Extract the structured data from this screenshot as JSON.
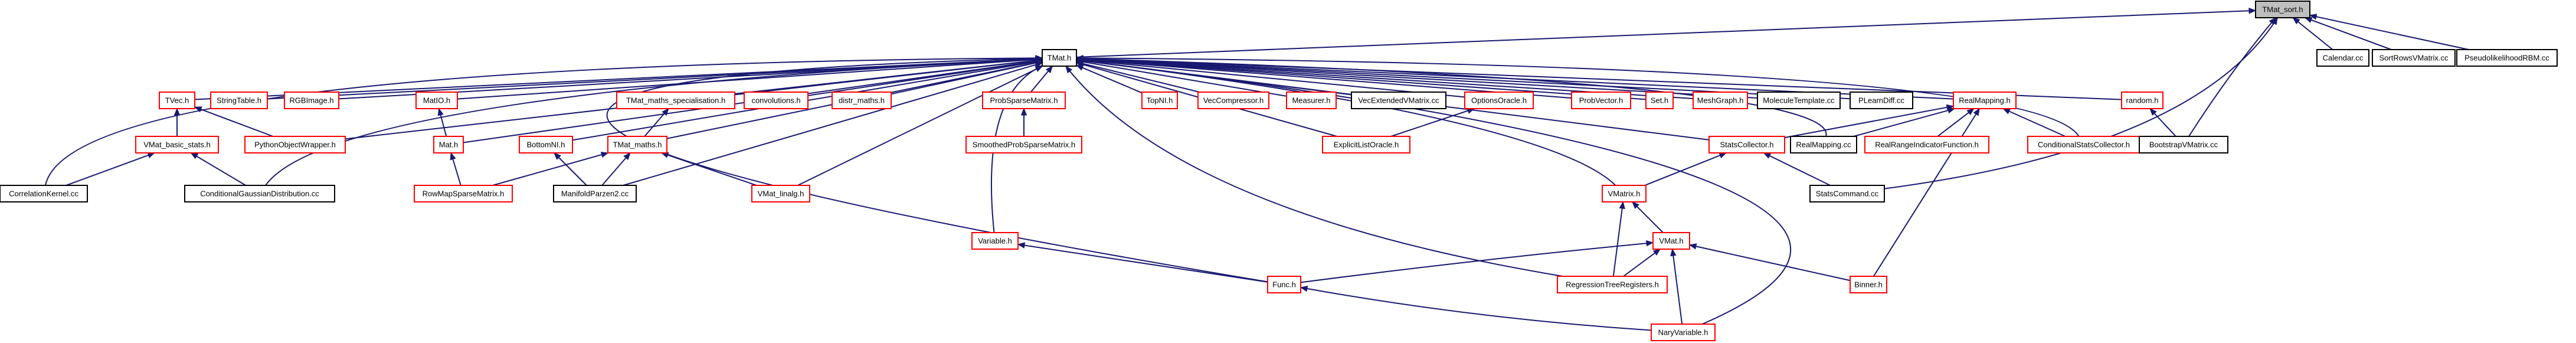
{
  "diagram": {
    "colors": {
      "edge": "#191970",
      "red_border": "#ff0000",
      "black_border": "#000000",
      "root_fill": "#bfbfbf"
    },
    "nodes": [
      {
        "id": "tmat_sort",
        "label": "TMat_sort.h",
        "style": "root"
      },
      {
        "id": "tmat",
        "label": "TMat.h",
        "style": "black"
      },
      {
        "id": "calendar",
        "label": "Calendar.cc",
        "style": "black"
      },
      {
        "id": "sortrows",
        "label": "SortRowsVMatrix.cc",
        "style": "black"
      },
      {
        "id": "pseudolike",
        "label": "PseudolikelihoodRBM.cc",
        "style": "black"
      },
      {
        "id": "tvec",
        "label": "TVec.h",
        "style": "red"
      },
      {
        "id": "stringtable",
        "label": "StringTable.h",
        "style": "red"
      },
      {
        "id": "rgbimage",
        "label": "RGBImage.h",
        "style": "red"
      },
      {
        "id": "matio",
        "label": "MatIO.h",
        "style": "red"
      },
      {
        "id": "tmat_maths_spec",
        "label": "TMat_maths_specialisation.h",
        "style": "red"
      },
      {
        "id": "convolutions",
        "label": "convolutions.h",
        "style": "red"
      },
      {
        "id": "distr_maths",
        "label": "distr_maths.h",
        "style": "red"
      },
      {
        "id": "probsparse",
        "label": "ProbSparseMatrix.h",
        "style": "red"
      },
      {
        "id": "topnl",
        "label": "TopNI.h",
        "style": "red"
      },
      {
        "id": "veccompressor",
        "label": "VecCompressor.h",
        "style": "red"
      },
      {
        "id": "measurer",
        "label": "Measurer.h",
        "style": "red"
      },
      {
        "id": "vecextended",
        "label": "VecExtendedVMatrix.cc",
        "style": "black"
      },
      {
        "id": "optionsoracle",
        "label": "OptionsOracle.h",
        "style": "red"
      },
      {
        "id": "probvector",
        "label": "ProbVector.h",
        "style": "red"
      },
      {
        "id": "set",
        "label": "Set.h",
        "style": "red"
      },
      {
        "id": "meshgraph",
        "label": "MeshGraph.h",
        "style": "red"
      },
      {
        "id": "moleculetemplate",
        "label": "MoleculeTemplate.cc",
        "style": "black"
      },
      {
        "id": "plearndiff",
        "label": "PLearnDiff.cc",
        "style": "black"
      },
      {
        "id": "realmapping",
        "label": "RealMapping.h",
        "style": "red"
      },
      {
        "id": "random",
        "label": "random.h",
        "style": "red"
      },
      {
        "id": "vmat_basic",
        "label": "VMat_basic_stats.h",
        "style": "red"
      },
      {
        "id": "pyobjwrapper",
        "label": "PythonObjectWrapper.h",
        "style": "red"
      },
      {
        "id": "mat",
        "label": "Mat.h",
        "style": "red"
      },
      {
        "id": "bottomnl",
        "label": "BottomNI.h",
        "style": "red"
      },
      {
        "id": "tmat_maths",
        "label": "TMat_maths.h",
        "style": "red"
      },
      {
        "id": "smoothedprob",
        "label": "SmoothedProbSparseMatrix.h",
        "style": "red"
      },
      {
        "id": "explicitlist",
        "label": "ExplicitListOracle.h",
        "style": "red"
      },
      {
        "id": "statscollector",
        "label": "StatsCollector.h",
        "style": "red"
      },
      {
        "id": "realmapping_cc",
        "label": "RealMapping.cc",
        "style": "black"
      },
      {
        "id": "realrange",
        "label": "RealRangeIndicatorFunction.h",
        "style": "red"
      },
      {
        "id": "condstats",
        "label": "ConditionalStatsCollector.h",
        "style": "red"
      },
      {
        "id": "bootstrap",
        "label": "BootstrapVMatrix.cc",
        "style": "black"
      },
      {
        "id": "correlation",
        "label": "CorrelationKernel.cc",
        "style": "black"
      },
      {
        "id": "condgauss",
        "label": "ConditionalGaussianDistribution.cc",
        "style": "black"
      },
      {
        "id": "rowmap",
        "label": "RowMapSparseMatrix.h",
        "style": "red"
      },
      {
        "id": "manifold",
        "label": "ManifoldParzen2.cc",
        "style": "black"
      },
      {
        "id": "vmat_linalg",
        "label": "VMat_linalg.h",
        "style": "red"
      },
      {
        "id": "vmatrix",
        "label": "VMatrix.h",
        "style": "red"
      },
      {
        "id": "statscommand",
        "label": "StatsCommand.cc",
        "style": "black"
      },
      {
        "id": "variable",
        "label": "Variable.h",
        "style": "red"
      },
      {
        "id": "vmat",
        "label": "VMat.h",
        "style": "red"
      },
      {
        "id": "func",
        "label": "Func.h",
        "style": "red"
      },
      {
        "id": "regtree",
        "label": "RegressionTreeRegisters.h",
        "style": "red"
      },
      {
        "id": "binner",
        "label": "Binner.h",
        "style": "red"
      },
      {
        "id": "naryvariable",
        "label": "NaryVariable.h",
        "style": "red"
      }
    ],
    "edges": [
      [
        "tmat_sort",
        "tmat"
      ],
      [
        "tmat_sort",
        "calendar"
      ],
      [
        "tmat_sort",
        "sortrows"
      ],
      [
        "tmat_sort",
        "pseudolike"
      ],
      [
        "tmat_sort",
        "bootstrap"
      ],
      [
        "tmat_sort",
        "statscommand"
      ],
      [
        "tmat",
        "tvec"
      ],
      [
        "tmat",
        "stringtable"
      ],
      [
        "tmat",
        "rgbimage"
      ],
      [
        "tmat",
        "matio"
      ],
      [
        "tmat",
        "tmat_maths_spec"
      ],
      [
        "tmat",
        "convolutions"
      ],
      [
        "tmat",
        "distr_maths"
      ],
      [
        "tmat",
        "probsparse"
      ],
      [
        "tmat",
        "topnl"
      ],
      [
        "tmat",
        "veccompressor"
      ],
      [
        "tmat",
        "measurer"
      ],
      [
        "tmat",
        "vecextended"
      ],
      [
        "tmat",
        "optionsoracle"
      ],
      [
        "tmat",
        "probvector"
      ],
      [
        "tmat",
        "set"
      ],
      [
        "tmat",
        "meshgraph"
      ],
      [
        "tmat",
        "moleculetemplate"
      ],
      [
        "tmat",
        "plearndiff"
      ],
      [
        "tmat",
        "realmapping"
      ],
      [
        "tmat",
        "random"
      ],
      [
        "tmat",
        "correlation"
      ],
      [
        "tmat",
        "pyobjwrapper"
      ],
      [
        "tmat",
        "condgauss"
      ],
      [
        "tmat",
        "mat"
      ],
      [
        "tmat",
        "bottomnl"
      ],
      [
        "tmat",
        "tmat_maths"
      ],
      [
        "tmat",
        "manifold"
      ],
      [
        "tmat",
        "vmat_linalg"
      ],
      [
        "tmat",
        "explicitlist"
      ],
      [
        "tmat",
        "statscollector"
      ],
      [
        "tmat",
        "vmatrix"
      ],
      [
        "tmat",
        "variable"
      ],
      [
        "tmat",
        "func"
      ],
      [
        "tmat",
        "regtree"
      ],
      [
        "tmat",
        "naryvariable"
      ],
      [
        "tmat",
        "condstats"
      ],
      [
        "tmat",
        "realmapping_cc"
      ],
      [
        "tvec",
        "vmat_basic"
      ],
      [
        "tvec",
        "pyobjwrapper"
      ],
      [
        "vmat_basic",
        "correlation"
      ],
      [
        "vmat_basic",
        "condgauss"
      ],
      [
        "matio",
        "mat"
      ],
      [
        "mat",
        "rowmap"
      ],
      [
        "tmat_maths_spec",
        "tmat_maths"
      ],
      [
        "tmat_maths",
        "rowmap"
      ],
      [
        "tmat_maths",
        "manifold"
      ],
      [
        "tmat_maths",
        "vmat_linalg"
      ],
      [
        "bottomnl",
        "manifold"
      ],
      [
        "probsparse",
        "smoothedprob"
      ],
      [
        "optionsoracle",
        "explicitlist"
      ],
      [
        "realmapping",
        "statscollector"
      ],
      [
        "realmapping",
        "realmapping_cc"
      ],
      [
        "realmapping",
        "realrange"
      ],
      [
        "realmapping",
        "condstats"
      ],
      [
        "realmapping",
        "binner"
      ],
      [
        "random",
        "bootstrap"
      ],
      [
        "statscollector",
        "vmatrix"
      ],
      [
        "statscollector",
        "statscommand"
      ],
      [
        "vmatrix",
        "vmat"
      ],
      [
        "vmatrix",
        "regtree"
      ],
      [
        "vmat",
        "func"
      ],
      [
        "vmat",
        "regtree"
      ],
      [
        "vmat",
        "binner"
      ],
      [
        "vmat",
        "naryvariable"
      ],
      [
        "variable",
        "func"
      ],
      [
        "func",
        "naryvariable"
      ]
    ]
  }
}
